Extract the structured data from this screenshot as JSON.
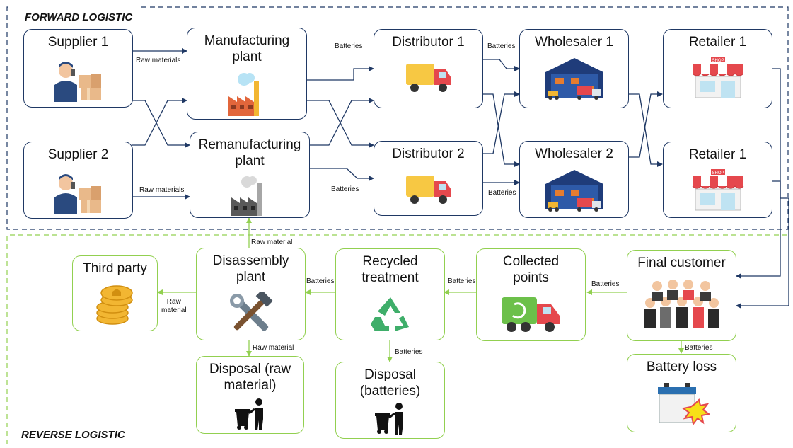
{
  "sections": {
    "forward": "FORWARD LOGISTIC",
    "reverse": "REVERSE LOGISTIC"
  },
  "nodes": {
    "supplier1": "Supplier 1",
    "supplier2": "Supplier 2",
    "manufacturing": "Manufacturing\nplant",
    "remanufacturing": "Remanufacturing\nplant",
    "distributor1": "Distributor 1",
    "distributor2": "Distributor 2",
    "wholesaler1": "Wholesaler 1",
    "wholesaler2": "Wholesaler 2",
    "retailer1": "Retailer 1",
    "retailer2": "Retailer 1",
    "final_customer": "Final customer",
    "collected": "Collected\npoints",
    "recycled": "Recycled\ntreatment",
    "disassembly": "Disassembly\nplant",
    "third_party": "Third party",
    "disposal_raw": "Disposal (raw\nmaterial)",
    "disposal_batt": "Disposal\n(batteries)",
    "battery_loss": "Battery loss"
  },
  "edge_labels": {
    "raw1": "Raw materials",
    "raw2": "Raw materials",
    "batt_m_d": "Batteries",
    "batt_d_w": "Batteries",
    "batt_r_d": "Batteries",
    "batt_d2_w2": "Batteries",
    "batt_fc_cp": "Batteries",
    "batt_cp_rt": "Batteries",
    "batt_rt_dp": "Batteries",
    "batt_rt_db": "Batteries",
    "batt_fc_bl": "Batteries",
    "raw_up": "Raw material",
    "raw_tp": "Raw\nmaterial",
    "raw_down": "Raw material"
  },
  "shop_sign": "SHOP",
  "colors": {
    "forward": "#1f3864",
    "reverse": "#92d050"
  }
}
